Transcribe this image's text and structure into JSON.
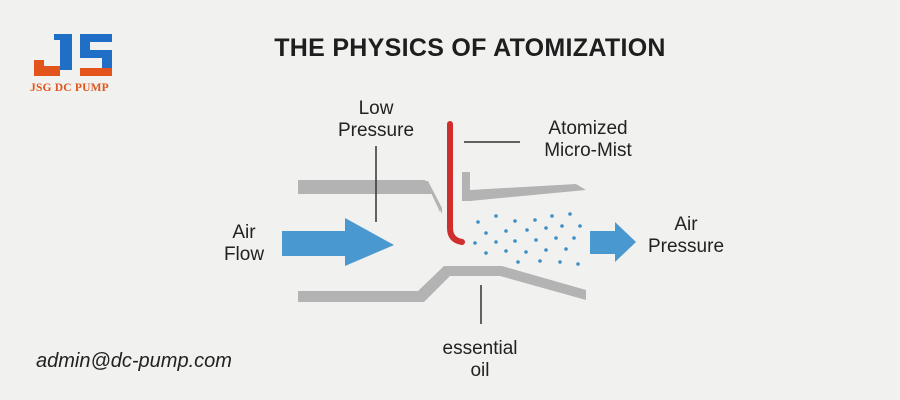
{
  "logo": {
    "text": "JSG DC PUMP",
    "colors": [
      "#1f6fc6",
      "#e2541b"
    ]
  },
  "title": "THE PHYSICS OF ATOMIZATION",
  "labels": {
    "air_flow": [
      "Air",
      "Flow"
    ],
    "low_pressure": [
      "Low",
      "Pressure"
    ],
    "atomized": [
      "Atomized",
      "Micro-Mist"
    ],
    "air_pressure": [
      "Air",
      "Pressure"
    ],
    "essential_oil": [
      "essential",
      "oil"
    ]
  },
  "email": "admin@dc-pump.com",
  "colors": {
    "pipe": "#b3b3b3",
    "arrow": "#4a98d0",
    "nozzle": "#cf2e2e",
    "mist": "#3b8fc7",
    "leader": "#333333"
  }
}
